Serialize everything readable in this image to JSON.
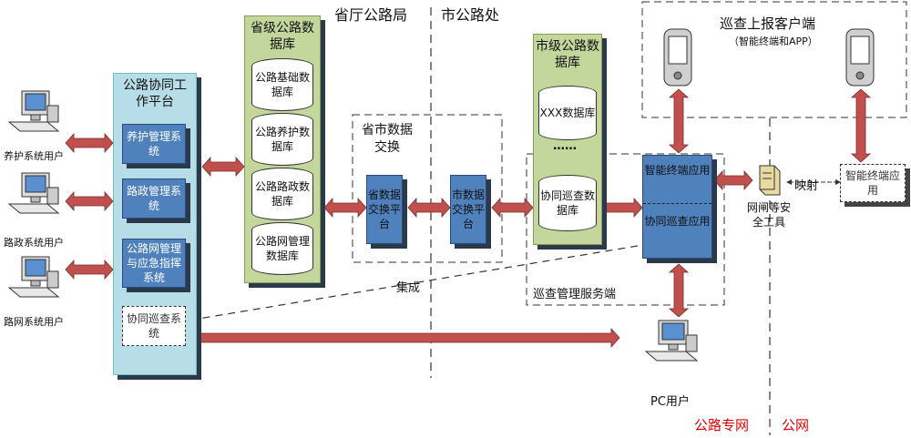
{
  "headers": {
    "province": "省厅公路局",
    "city": "市公路处",
    "report_client": "巡查上报客户端",
    "report_client_sub": "（智能终端和APP）"
  },
  "users": [
    "养护系统用户",
    "路政系统用户",
    "路网系统用户"
  ],
  "platform": {
    "title": "公路协同工作平台",
    "modules": [
      "养护管理系统",
      "路政管理系统",
      "公路网管理与应急指挥系统",
      "协同巡查系统"
    ]
  },
  "province_db": {
    "title": "省级公路数据库",
    "items": [
      "公路基础数据库",
      "公路养护数据库",
      "公路路政数据库",
      "公路网管理数据库"
    ]
  },
  "exchange": {
    "title": "省市数据交换",
    "province_platform": "省数据交换平台",
    "city_platform": "市数据交换平台"
  },
  "city_db": {
    "title": "市级公路数据库",
    "items": [
      "XXX数据库",
      "……",
      "协同巡查数据库"
    ]
  },
  "service": {
    "terminal_app": "智能终端应用",
    "patrol_app": "协同巡查应用",
    "label": "巡查管理服务端"
  },
  "gateway": "网闸等安全工具",
  "mapping": "映射",
  "remote_app": "智能终端应用",
  "integration": "集成",
  "pc_user": "PC用户",
  "networks": {
    "private": "公路专网",
    "public": "公网"
  },
  "colors": {
    "arrow": "#c0504d",
    "module_blue": "#4f81bd",
    "platform_light": "#b7dde8",
    "db_green": "#c3d69b",
    "network_red": "#e00000"
  }
}
